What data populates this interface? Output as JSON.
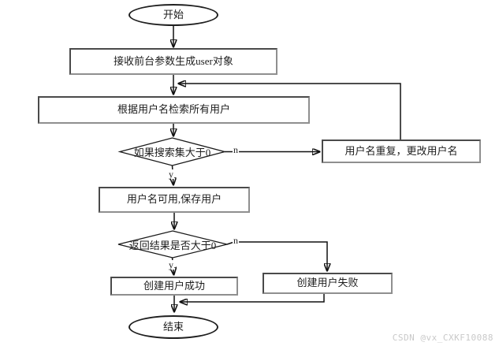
{
  "flowchart": {
    "nodes": {
      "start": "开始",
      "receive_params": "接收前台参数生成user对象",
      "search_users": "根据用户名检索所有用户",
      "check_search": "如果搜索集大于0",
      "rename_user": "用户名重复，更改用户名",
      "save_user": "用户名可用,保存用户",
      "check_result": "返回结果是否大于0",
      "create_success": "创建用户成功",
      "create_fail": "创建用户失败",
      "end": "结束"
    },
    "edge_labels": {
      "search_no": "n",
      "search_yes": "y",
      "result_no": "n",
      "result_yes": "y"
    },
    "colors": {
      "line": "#111111",
      "node_border": "#6b6b6b",
      "terminator_border": "#1f1f1f",
      "watermark": "#c9c9c9"
    }
  },
  "watermark": {
    "text": "CSDN @vx_CXKF10088"
  }
}
